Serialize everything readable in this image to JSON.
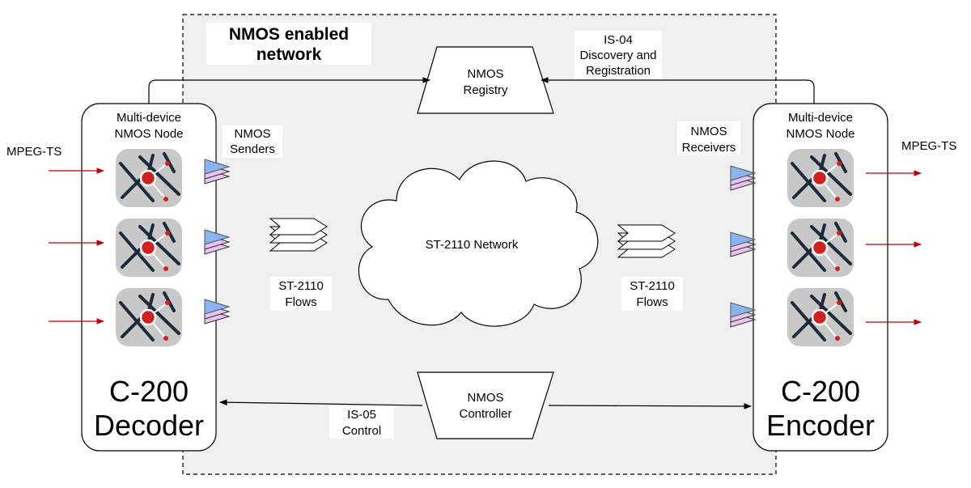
{
  "network": {
    "title_line1": "NMOS enabled",
    "title_line2": "network"
  },
  "registry": {
    "line1": "NMOS",
    "line2": "Registry"
  },
  "controller": {
    "line1": "NMOS",
    "line2": "Controller"
  },
  "is04": {
    "line1": "IS-04",
    "line2": "Discovery and",
    "line3": "Registration"
  },
  "is05": {
    "line1": "IS-05",
    "line2": "Control"
  },
  "cloud": {
    "label": "ST-2110 Network"
  },
  "flows_left": {
    "line1": "ST-2110",
    "line2": "Flows"
  },
  "flows_right": {
    "line1": "ST-2110",
    "line2": "Flows"
  },
  "decoder": {
    "node_line1": "Multi-device",
    "node_line2": "NMOS Node",
    "name_line1": "C-200",
    "name_line2": "Decoder",
    "io_label": "MPEG-TS",
    "port_label_line1": "NMOS",
    "port_label_line2": "Senders"
  },
  "encoder": {
    "node_line1": "Multi-device",
    "node_line2": "NMOS Node",
    "name_line1": "C-200",
    "name_line2": "Encoder",
    "io_label": "MPEG-TS",
    "port_label_line1": "NMOS",
    "port_label_line2": "Receivers"
  },
  "colors": {
    "arrow_red": "#c00000",
    "port_blue": "#8ab4f0",
    "port_pink": "#e8c4f0",
    "icon_bg": "#c8c8c8",
    "icon_lines": "#1c2a3a",
    "icon_dot": "#d02020",
    "network_bg": "#f0f0f0"
  },
  "icons": {
    "node_device": "nmos-device-icon",
    "port_stack": "port-stack-icon",
    "flow_stack": "flow-stack-icon"
  }
}
